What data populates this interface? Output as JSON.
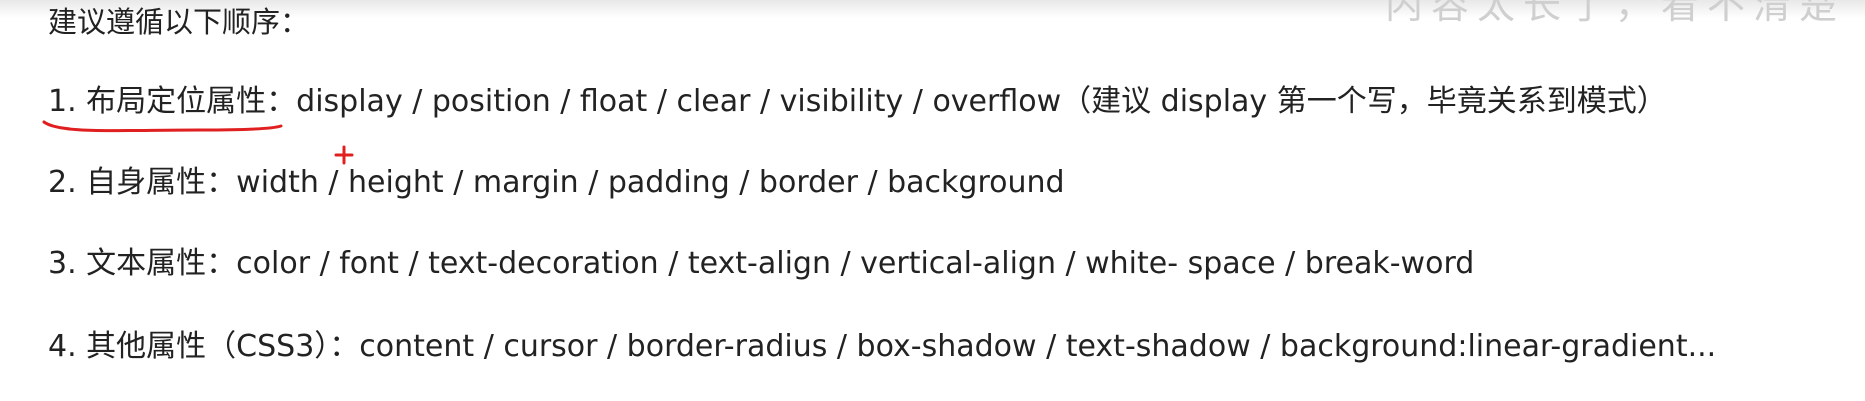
{
  "colors": {
    "text": "#222222",
    "annotation": "#e02020",
    "background": "#ffffff",
    "faded_heading": "#cfcfcf"
  },
  "faded_heading": "内容太长了，看不清楚",
  "intro": "建议遵循以下顺序：",
  "rules": [
    {
      "number": "1.",
      "category": "布局定位属性",
      "separator": "：",
      "content": "display / position / float / clear / visibility / overflow（建议 display 第一个写，毕竟关系到模式）"
    },
    {
      "number": "2.",
      "category": "自身属性",
      "separator": "：",
      "content": "width / height / margin / padding / border / background"
    },
    {
      "number": "3.",
      "category": "文本属性",
      "separator": "：",
      "content": "color / font / text-decoration / text-align / vertical-align / white- space / break-word"
    },
    {
      "number": "4.",
      "category": "其他属性（CSS3）",
      "separator": "：",
      "content": "content / cursor / border-radius / box-shadow / text-shadow / background:linear-gradient..."
    }
  ],
  "annotations": {
    "underline": "red-underline-mark",
    "cursor": "plus-cursor-icon"
  }
}
